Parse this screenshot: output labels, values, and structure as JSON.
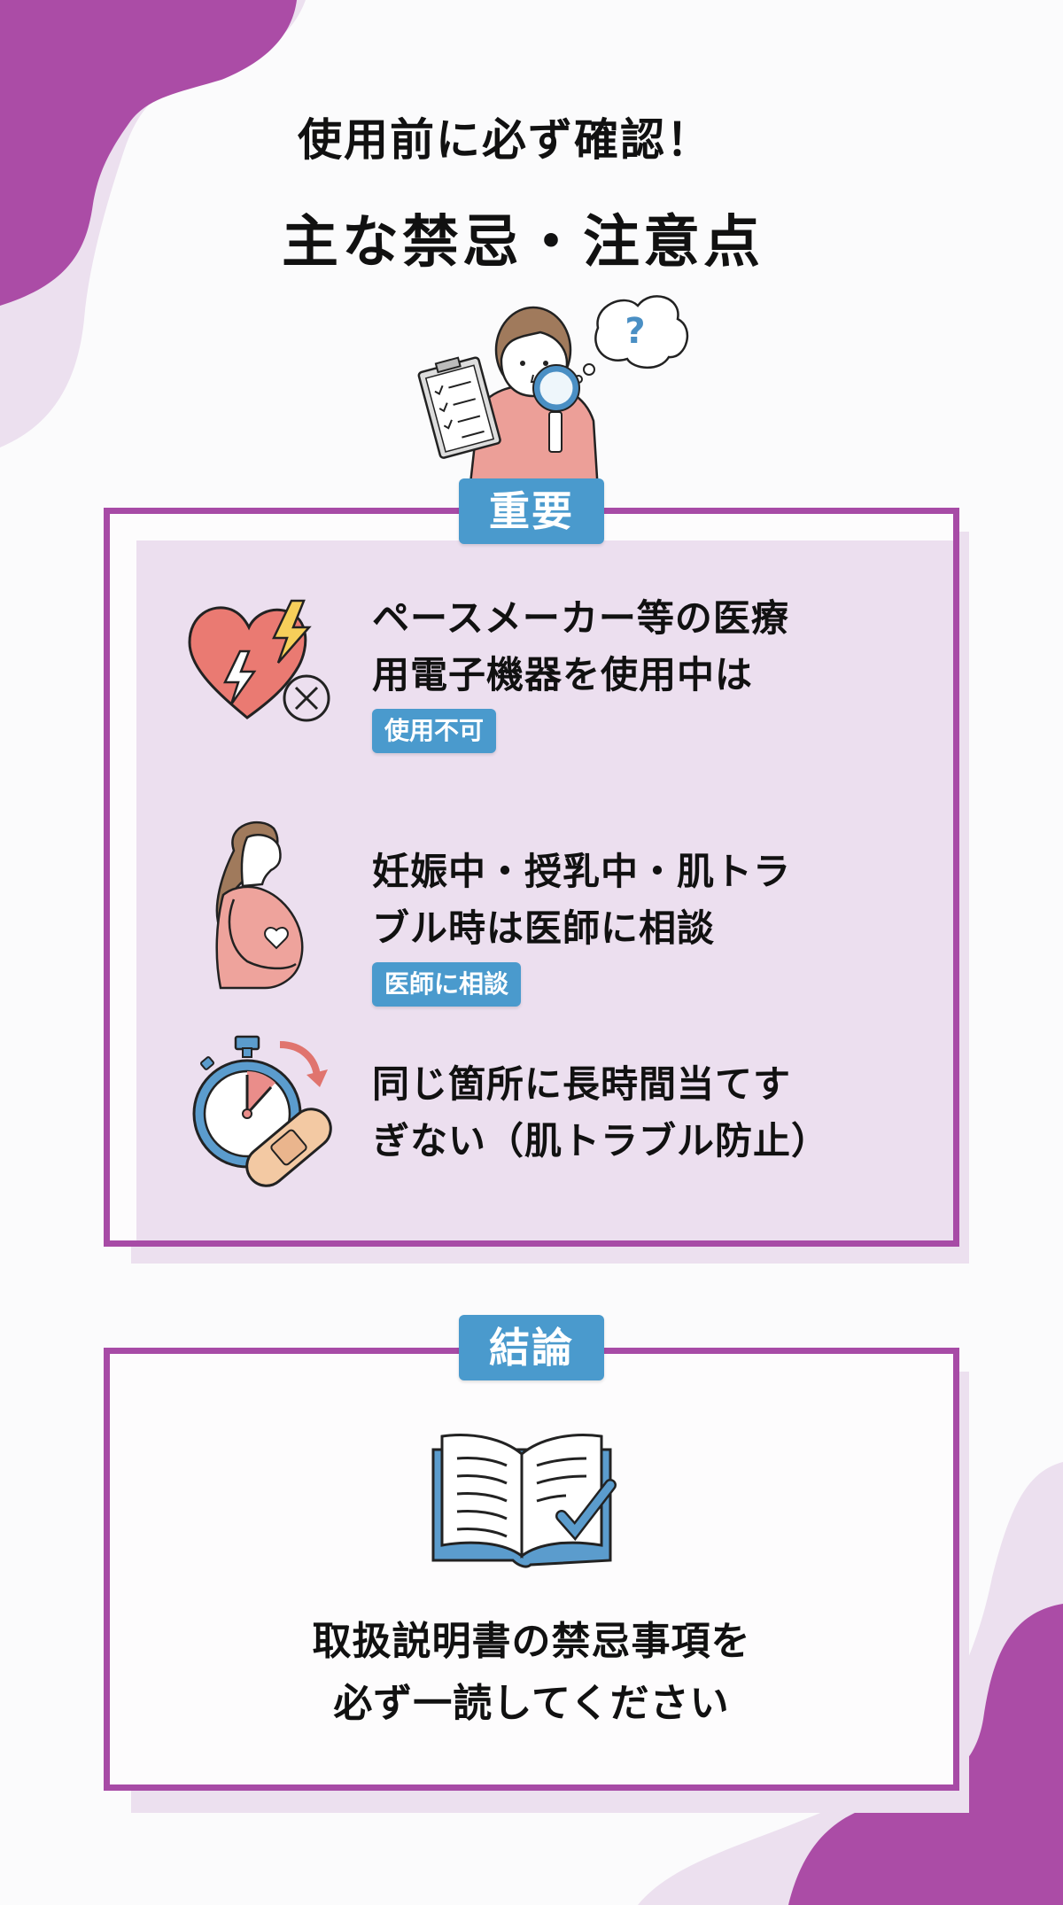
{
  "header": {
    "subtitle": "使用前に必ず確認！",
    "title": "主な禁忌・注意点"
  },
  "illustrations": {
    "header_figure": "person-with-clipboard-and-magnifier-icon",
    "thought_bubble_glyph": "?"
  },
  "important_section": {
    "badge": "重要",
    "items": [
      {
        "icon": "heart-lightning-no-icon",
        "line1": "ペースメーカー等の医療",
        "line2": "用電子機器を使用中は",
        "tag": "使用不可"
      },
      {
        "icon": "pregnant-woman-icon",
        "line1": "妊娠中・授乳中・肌トラ",
        "line2": "ブル時は医師に相談",
        "tag": "医師に相談"
      },
      {
        "icon": "stopwatch-bandage-icon",
        "line1": "同じ箇所に長時間当てす",
        "line2": "ぎない（肌トラブル防止）"
      }
    ]
  },
  "conclusion_section": {
    "badge": "結論",
    "icon": "open-book-check-icon",
    "line1": "取扱説明書の禁忌事項を",
    "line2": "必ず一読してください"
  },
  "colors": {
    "accent_purple": "#a74ba6",
    "light_lavender": "#ecdfef",
    "badge_blue": "#4a9acd",
    "heart_red": "#ea7a72",
    "bolt_yellow": "#f6cf5a"
  }
}
